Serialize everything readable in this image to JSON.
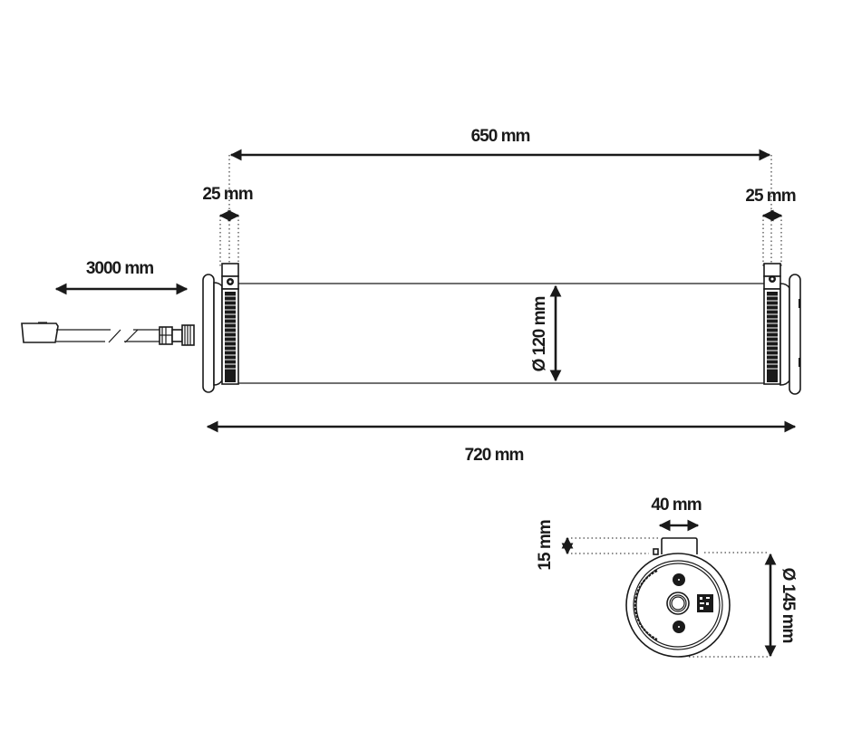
{
  "drawing": {
    "colors": {
      "line": "#1a1a1a",
      "background": "#ffffff"
    },
    "side_view": {
      "dimensions": {
        "mount_spacing": "650 mm",
        "clamp_left_width": "25 mm",
        "clamp_right_width": "25 mm",
        "cable_length": "3000 mm",
        "tube_diameter": "Ø 120 mm",
        "overall_length": "720 mm"
      }
    },
    "end_view": {
      "dimensions": {
        "bracket_width": "40 mm",
        "bracket_height": "15 mm",
        "cap_diameter": "Ø 145 mm"
      }
    }
  }
}
